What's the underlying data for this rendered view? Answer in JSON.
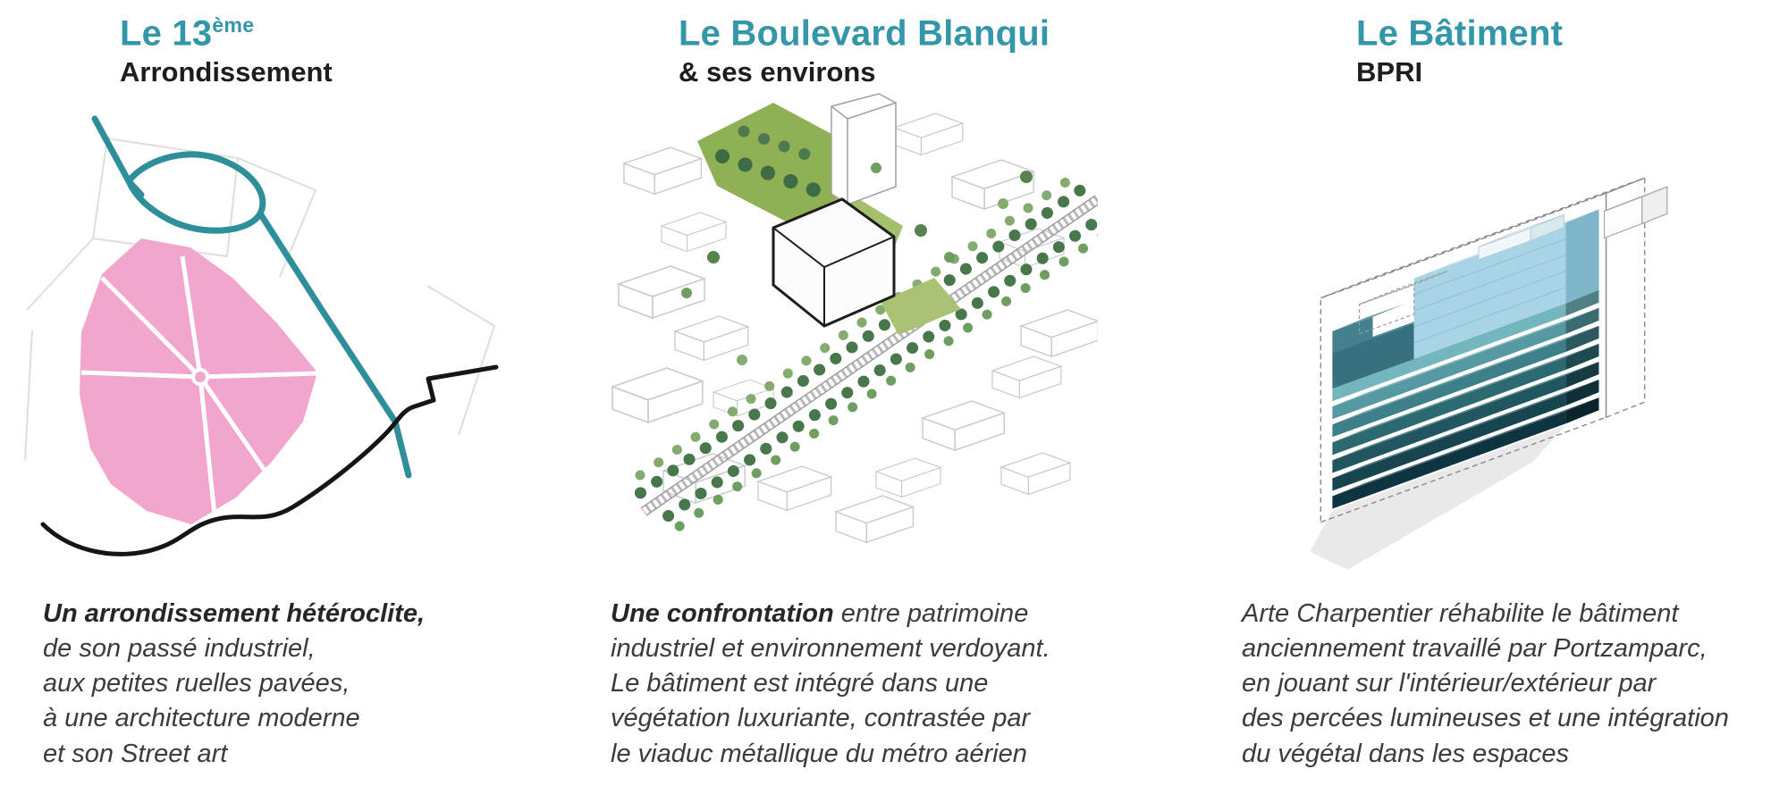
{
  "theme": {
    "accent_teal": "#3397A9",
    "district_pink": "#F2A5CD",
    "waterway_teal": "#2E8F9B",
    "park_green": "#8FB054",
    "tree_green": "#4C7A4E",
    "building_light_blue": "#A9D4E5",
    "building_dark_teal": "#0D3440",
    "text_dark": "#3B3B3B"
  },
  "columns": [
    {
      "title": "Le 13",
      "title_sup": "ème",
      "subtitle": "Arrondissement",
      "caption_lead": "Un arrondissement hétéroclite,",
      "caption_body": "\nde son passé industriel,\naux petites ruelles pavées,\nà une architecture moderne\net son Street art",
      "illustration": "map-of-13th-arrondissement"
    },
    {
      "title": "Le Boulevard Blanqui",
      "title_sup": "",
      "subtitle": "& ses environs",
      "caption_lead": "Une confrontation",
      "caption_body": " entre patrimoine\nindustriel et environnement verdoyant.\nLe bâtiment est intégré dans une\nvégétation luxuriante, contrastée par\nle viaduc métallique du métro aérien",
      "illustration": "boulevard-blanqui-axonometric"
    },
    {
      "title": "Le Bâtiment",
      "title_sup": "",
      "subtitle": "BPRI",
      "caption_lead": "",
      "caption_body": "Arte Charpentier réhabilite le bâtiment\nanciennement travaillé par Portzamparc,\nen jouant sur l'intérieur/extérieur par\ndes percées lumineuses et une intégration\ndu végétal dans les espaces",
      "illustration": "bpri-building-axonometric"
    }
  ]
}
